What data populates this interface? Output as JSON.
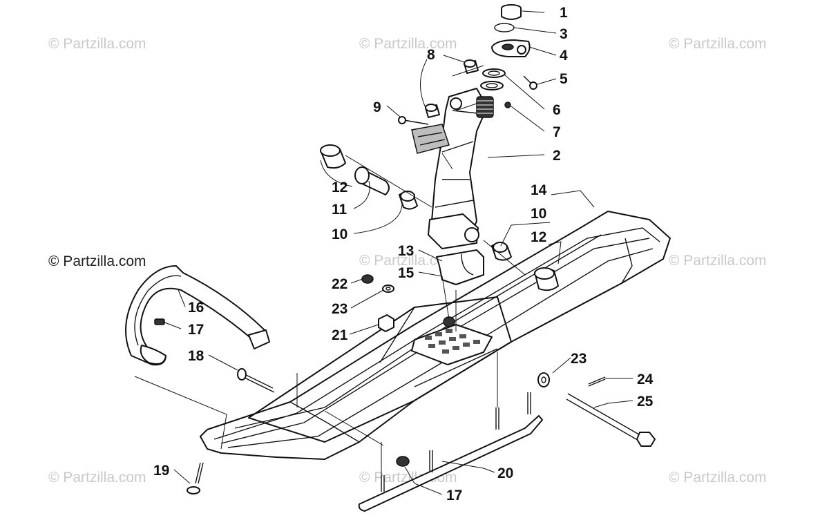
{
  "watermark": {
    "text": "© Partzilla.com",
    "color": "#c9c9c9"
  },
  "callouts": [
    "1",
    "3",
    "4",
    "5",
    "6",
    "7",
    "8",
    "9",
    "2",
    "12",
    "11",
    "10",
    "14",
    "10",
    "12",
    "13",
    "15",
    "22",
    "23",
    "21",
    "16",
    "17",
    "18",
    "23",
    "24",
    "25",
    "19",
    "20",
    "17"
  ]
}
